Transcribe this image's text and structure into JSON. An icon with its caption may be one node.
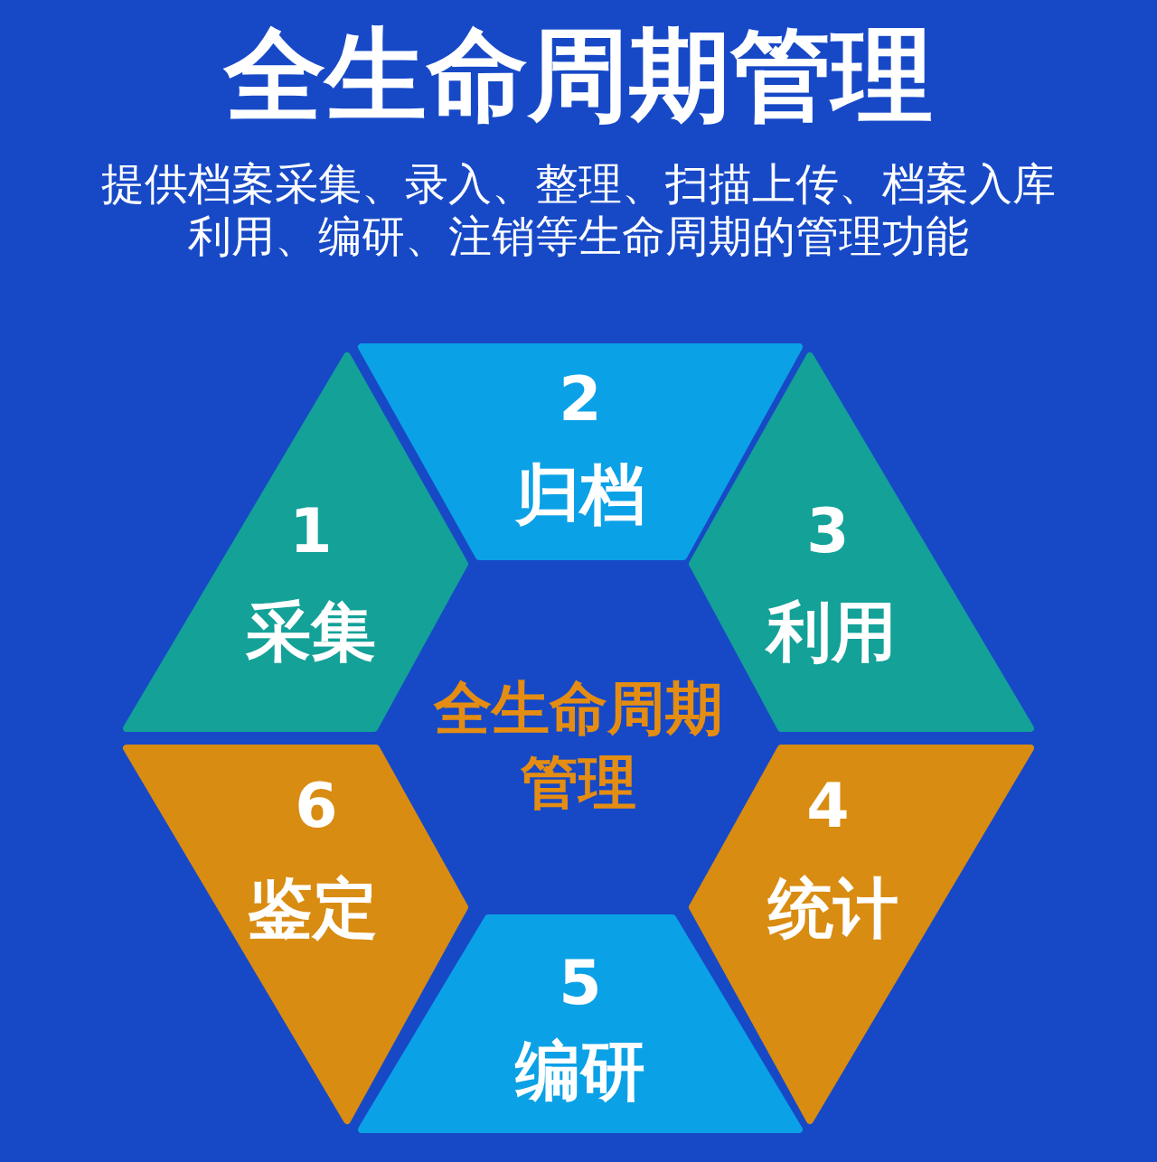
{
  "diagram": {
    "title": "全生命周期管理",
    "nodes": [
      {
        "text": [
          "1",
          "采集"
        ]
      },
      {
        "text": [
          "2",
          "归档"
        ]
      },
      {
        "text": [
          "3",
          "利用"
        ]
      },
      {
        "text": [
          "4",
          "统计"
        ]
      },
      {
        "text": [
          "5",
          "编研"
        ]
      },
      {
        "text": [
          "6",
          "鉴定"
        ]
      }
    ],
    "labels": [
      "提供档案采集、录入、整理、扫描上传、档案入库利用、编研、注销等生命周期的管理功能",
      "全生命周期管理"
    ]
  }
}
